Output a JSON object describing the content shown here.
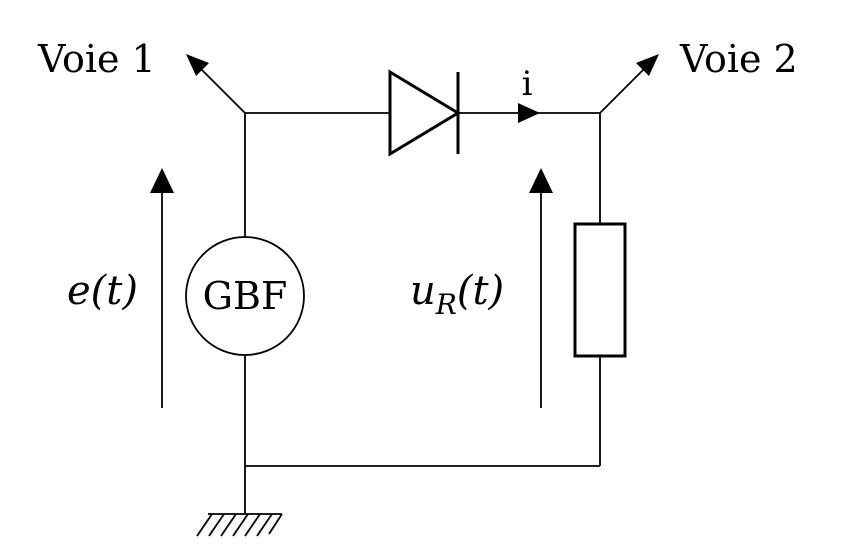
{
  "labels": {
    "voie1": "Voie 1",
    "voie2": "Voie 2",
    "current": "i",
    "generator": "GBF",
    "source_voltage": {
      "symbol": "e",
      "arg": "(t)"
    },
    "resistor_voltage": {
      "symbol": "u",
      "subscript": "R",
      "arg": "(t)"
    }
  }
}
